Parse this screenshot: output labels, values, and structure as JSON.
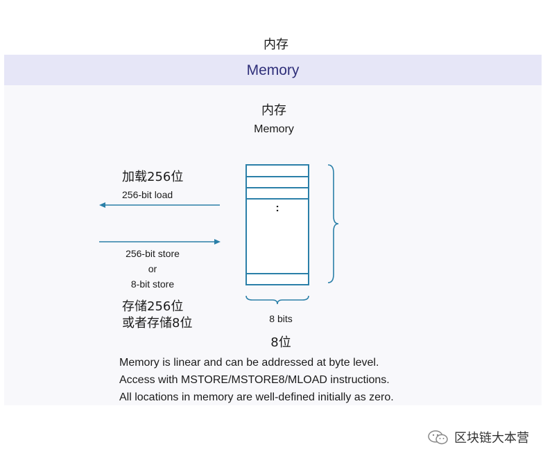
{
  "top_title": "内存",
  "header": {
    "title": "Memory"
  },
  "memory": {
    "label_cn": "内存",
    "label_en": "Memory",
    "ellipsis": ":"
  },
  "load": {
    "label_cn": "加载256位",
    "label_en": "256-bit load"
  },
  "store": {
    "lines_en": [
      "256-bit store",
      "or",
      "8-bit store"
    ],
    "lines_cn": [
      "存储256位",
      "或者存储8位"
    ]
  },
  "width": {
    "label_en": "8 bits",
    "label_cn": "8位"
  },
  "description": [
    "Memory is linear and can be addressed at byte level.",
    "Access with MSTORE/MSTORE8/MLOAD instructions.",
    "All locations in memory are well-defined initially as zero."
  ],
  "footer": {
    "brand": "区块链大本营",
    "icon": "wechat-icon"
  },
  "colors": {
    "diagram": "#2a7fa8",
    "header_band": "#e6e6f7",
    "header_text": "#2f2f7a"
  }
}
